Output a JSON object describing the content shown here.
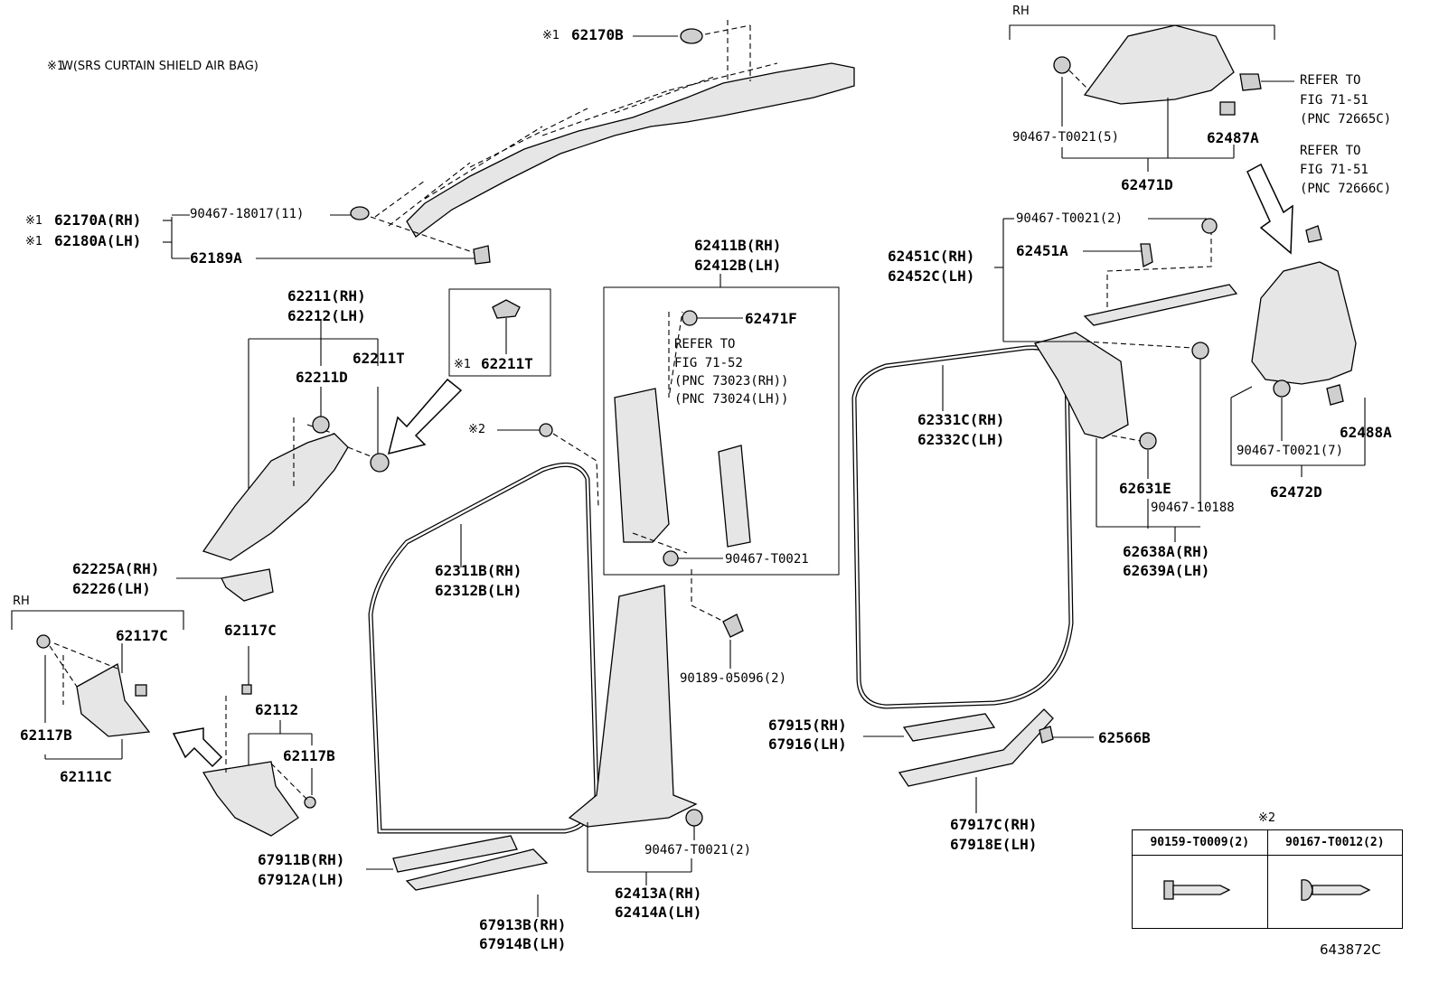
{
  "note_sym1": "※1",
  "note_text": "W(SRS CURTAIN SHIELD AIR BAG)",
  "rh_top": "RH",
  "rh_left": "RH",
  "sym1": "※1",
  "sym2": "※2",
  "diagram_id": "643872C",
  "labels": {
    "p62170B": "62170B",
    "p90467_18017": "90467-18017(11)",
    "p62170A": "62170A(RH)",
    "p62180A": "62180A(LH)",
    "p62189A": "62189A",
    "p62211": "62211(RH)",
    "p62212": "62212(LH)",
    "p62211D": "62211D",
    "p62211T": "62211T",
    "p62211T_box": "62211T",
    "p62225A": "62225A(RH)",
    "p62226": "62226(LH)",
    "p62117C_a": "62117C",
    "p62117C_b": "62117C",
    "p62117B_a": "62117B",
    "p62117B_b": "62117B",
    "p62111C": "62111C",
    "p62112": "62112",
    "p67911B": "67911B(RH)",
    "p67912A": "67912A(LH)",
    "p62311B": "62311B(RH)",
    "p62312B": "62312B(LH)",
    "p67913B": "67913B(RH)",
    "p67914B": "67914B(LH)",
    "p62411B": "62411B(RH)",
    "p62412B": "62412B(LH)",
    "p62471F": "62471F",
    "ref1_a": "REFER TO",
    "ref1_b": "FIG 71-52",
    "ref1_c": "(PNC 73023(RH))",
    "ref1_d": "(PNC 73024(LH))",
    "p90467_T0021_a": "90467-T0021",
    "p90189": "90189-05096(2)",
    "p90467_T0021_b": "90467-T0021(2)",
    "p62413A": "62413A(RH)",
    "p62414A": "62414A(LH)",
    "p90467_T0021_5": "90467-T0021(5)",
    "p62487A": "62487A",
    "p62471D": "62471D",
    "ref2_a": "REFER TO",
    "ref2_b": "FIG 71-51",
    "ref2_c": "(PNC 72665C)",
    "ref3_a": "REFER TO",
    "ref3_b": "FIG 71-51",
    "ref3_c": "(PNC 72666C)",
    "p90467_T0021_2": "90467-T0021(2)",
    "p62451A": "62451A",
    "p62451C": "62451C(RH)",
    "p62452C": "62452C(LH)",
    "p62331C": "62331C(RH)",
    "p62332C": "62332C(LH)",
    "p62631E": "62631E",
    "p90467_10188": "90467-10188",
    "p62638A": "62638A(RH)",
    "p62639A": "62639A(LH)",
    "p62488A": "62488A",
    "p90467_T0021_7": "90467-T0021(7)",
    "p62472D": "62472D",
    "p67915": "67915(RH)",
    "p67916": "67916(LH)",
    "p62566B": "62566B",
    "p67917C": "67917C(RH)",
    "p67918E": "67918E(LH)"
  },
  "fastener_table": {
    "header_symbol": "※2",
    "col1": "90159-T0009(2)",
    "col2": "90167-T0012(2)"
  }
}
